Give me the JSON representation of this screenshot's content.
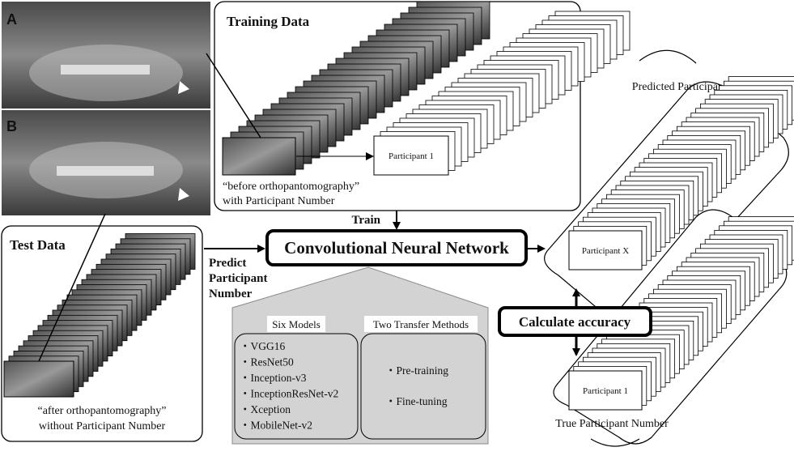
{
  "xray": {
    "label_a": "A",
    "label_b": "B"
  },
  "training": {
    "title": "Training Data",
    "participant_card": "Participant 1",
    "caption_line1": "“before orthopantomography”",
    "caption_line2": "with Participant Number"
  },
  "test": {
    "title": "Test Data",
    "caption_line1": "“after orthopantomography”",
    "caption_line2": "without Participant Number"
  },
  "cnn": {
    "label": "Convolutional Neural Network",
    "train_label": "Train",
    "predict_line1": "Predict",
    "predict_line2": "Participant",
    "predict_line3": "Number"
  },
  "models": {
    "header": "Six Models",
    "items": [
      "VGG16",
      "ResNet50",
      "Inception-v3",
      "InceptionResNet-v2",
      "Xception",
      "MobileNet-v2"
    ]
  },
  "transfer": {
    "header": "Two Transfer Methods",
    "items": [
      "Pre-training",
      "Fine-tuning"
    ]
  },
  "predicted": {
    "title": "Predicted Participant Number",
    "card": "Participant X"
  },
  "true_stack": {
    "title": "True Participant Number",
    "card": "Participant 1"
  },
  "accuracy": {
    "label": "Calculate accuracy"
  },
  "bullet": "・"
}
